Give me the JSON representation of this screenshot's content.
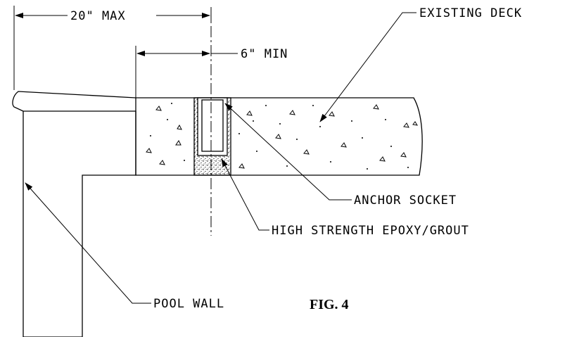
{
  "labels": {
    "max_dim": "20\" MAX",
    "min_dim": "6\" MIN",
    "existing_deck": "EXISTING DECK",
    "anchor_socket": "ANCHOR SOCKET",
    "epoxy_grout": "HIGH STRENGTH EPOXY/GROUT",
    "pool_wall": "POOL WALL",
    "figure_caption": "FIG. 4"
  }
}
